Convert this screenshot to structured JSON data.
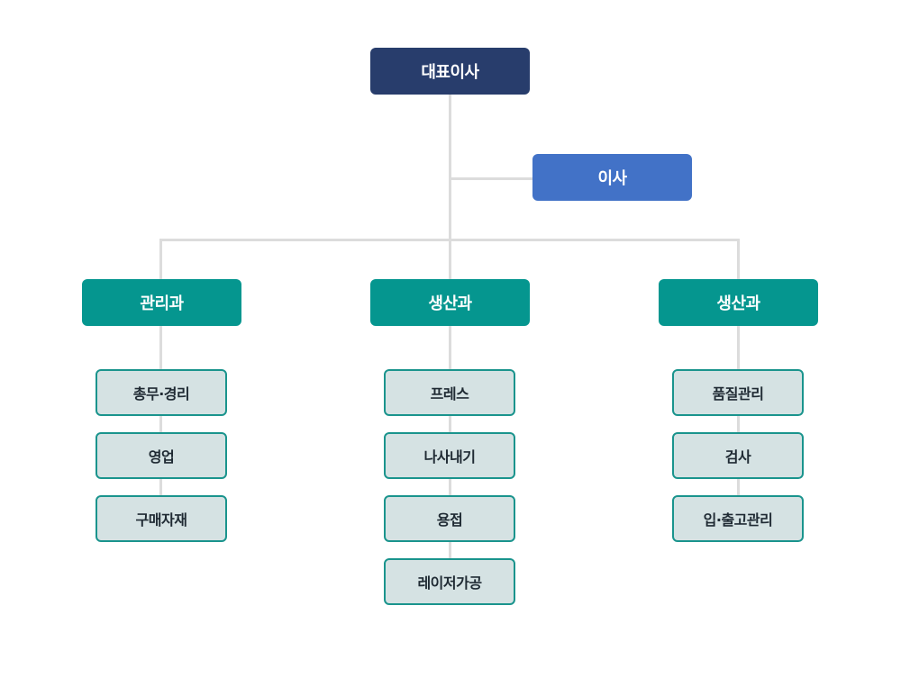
{
  "ceo": {
    "label": "대표이사"
  },
  "director": {
    "label": "이사"
  },
  "departments": [
    {
      "label": "관리과",
      "teams": [
        "총무·경리",
        "영업",
        "구매자재"
      ]
    },
    {
      "label": "생산과",
      "teams": [
        "프레스",
        "나사내기",
        "용접",
        "레이저가공"
      ]
    },
    {
      "label": "생산과",
      "teams": [
        "품질관리",
        "검사",
        "입·출고관리"
      ]
    }
  ],
  "colors": {
    "ceo": "#283d6c",
    "director": "#4272c7",
    "department": "#05968f",
    "team_fill": "#d5e2e3",
    "team_border": "#1a948d",
    "connector": "#dcdcdc"
  }
}
